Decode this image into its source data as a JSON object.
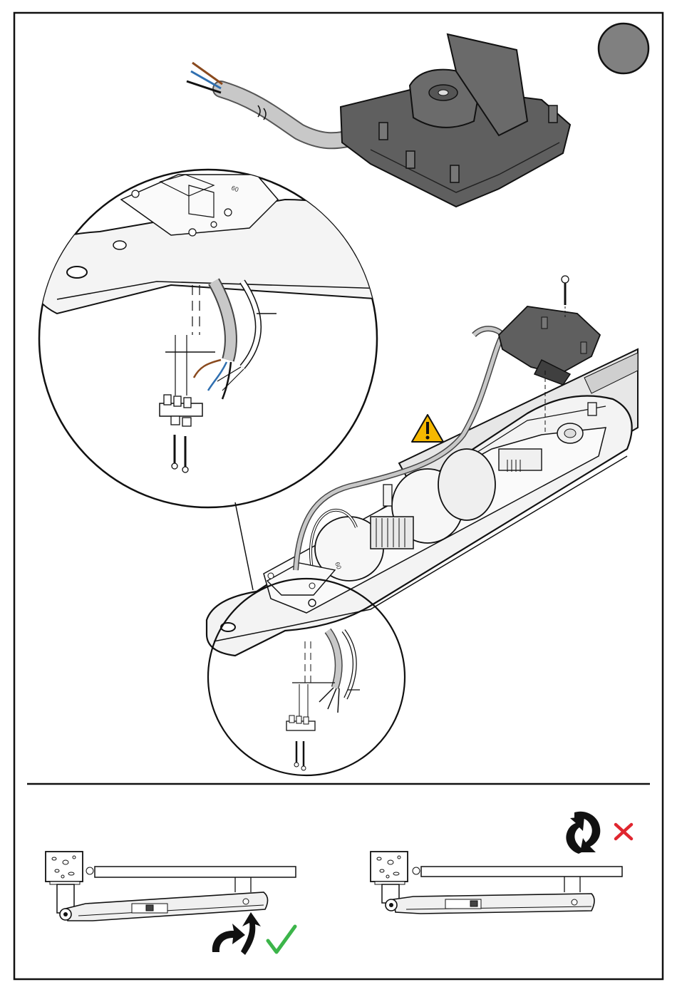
{
  "step_badge": {
    "color": "#808080"
  },
  "colors": {
    "housing": "#5f5f5f",
    "housing_dark": "#3f3f3f",
    "cable": "#c8c8c8",
    "wire_brown": "#8a4a1e",
    "wire_blue": "#2f6fb0",
    "wire_black": "#111111",
    "warning": "#f5b800",
    "check": "#3cb54a",
    "cross": "#e0262f"
  },
  "icons": {
    "warning": "warning-triangle-icon",
    "correct": "check-mark-icon",
    "wrong": "cross-mark-icon",
    "rotation": "rotation-arrows-icon"
  },
  "motor_labels": {
    "top_cap": "60",
    "lower_cap": "60"
  },
  "panels": [
    {
      "name": "correct-installation",
      "verdict": "correct"
    },
    {
      "name": "wrong-installation",
      "verdict": "wrong"
    }
  ]
}
